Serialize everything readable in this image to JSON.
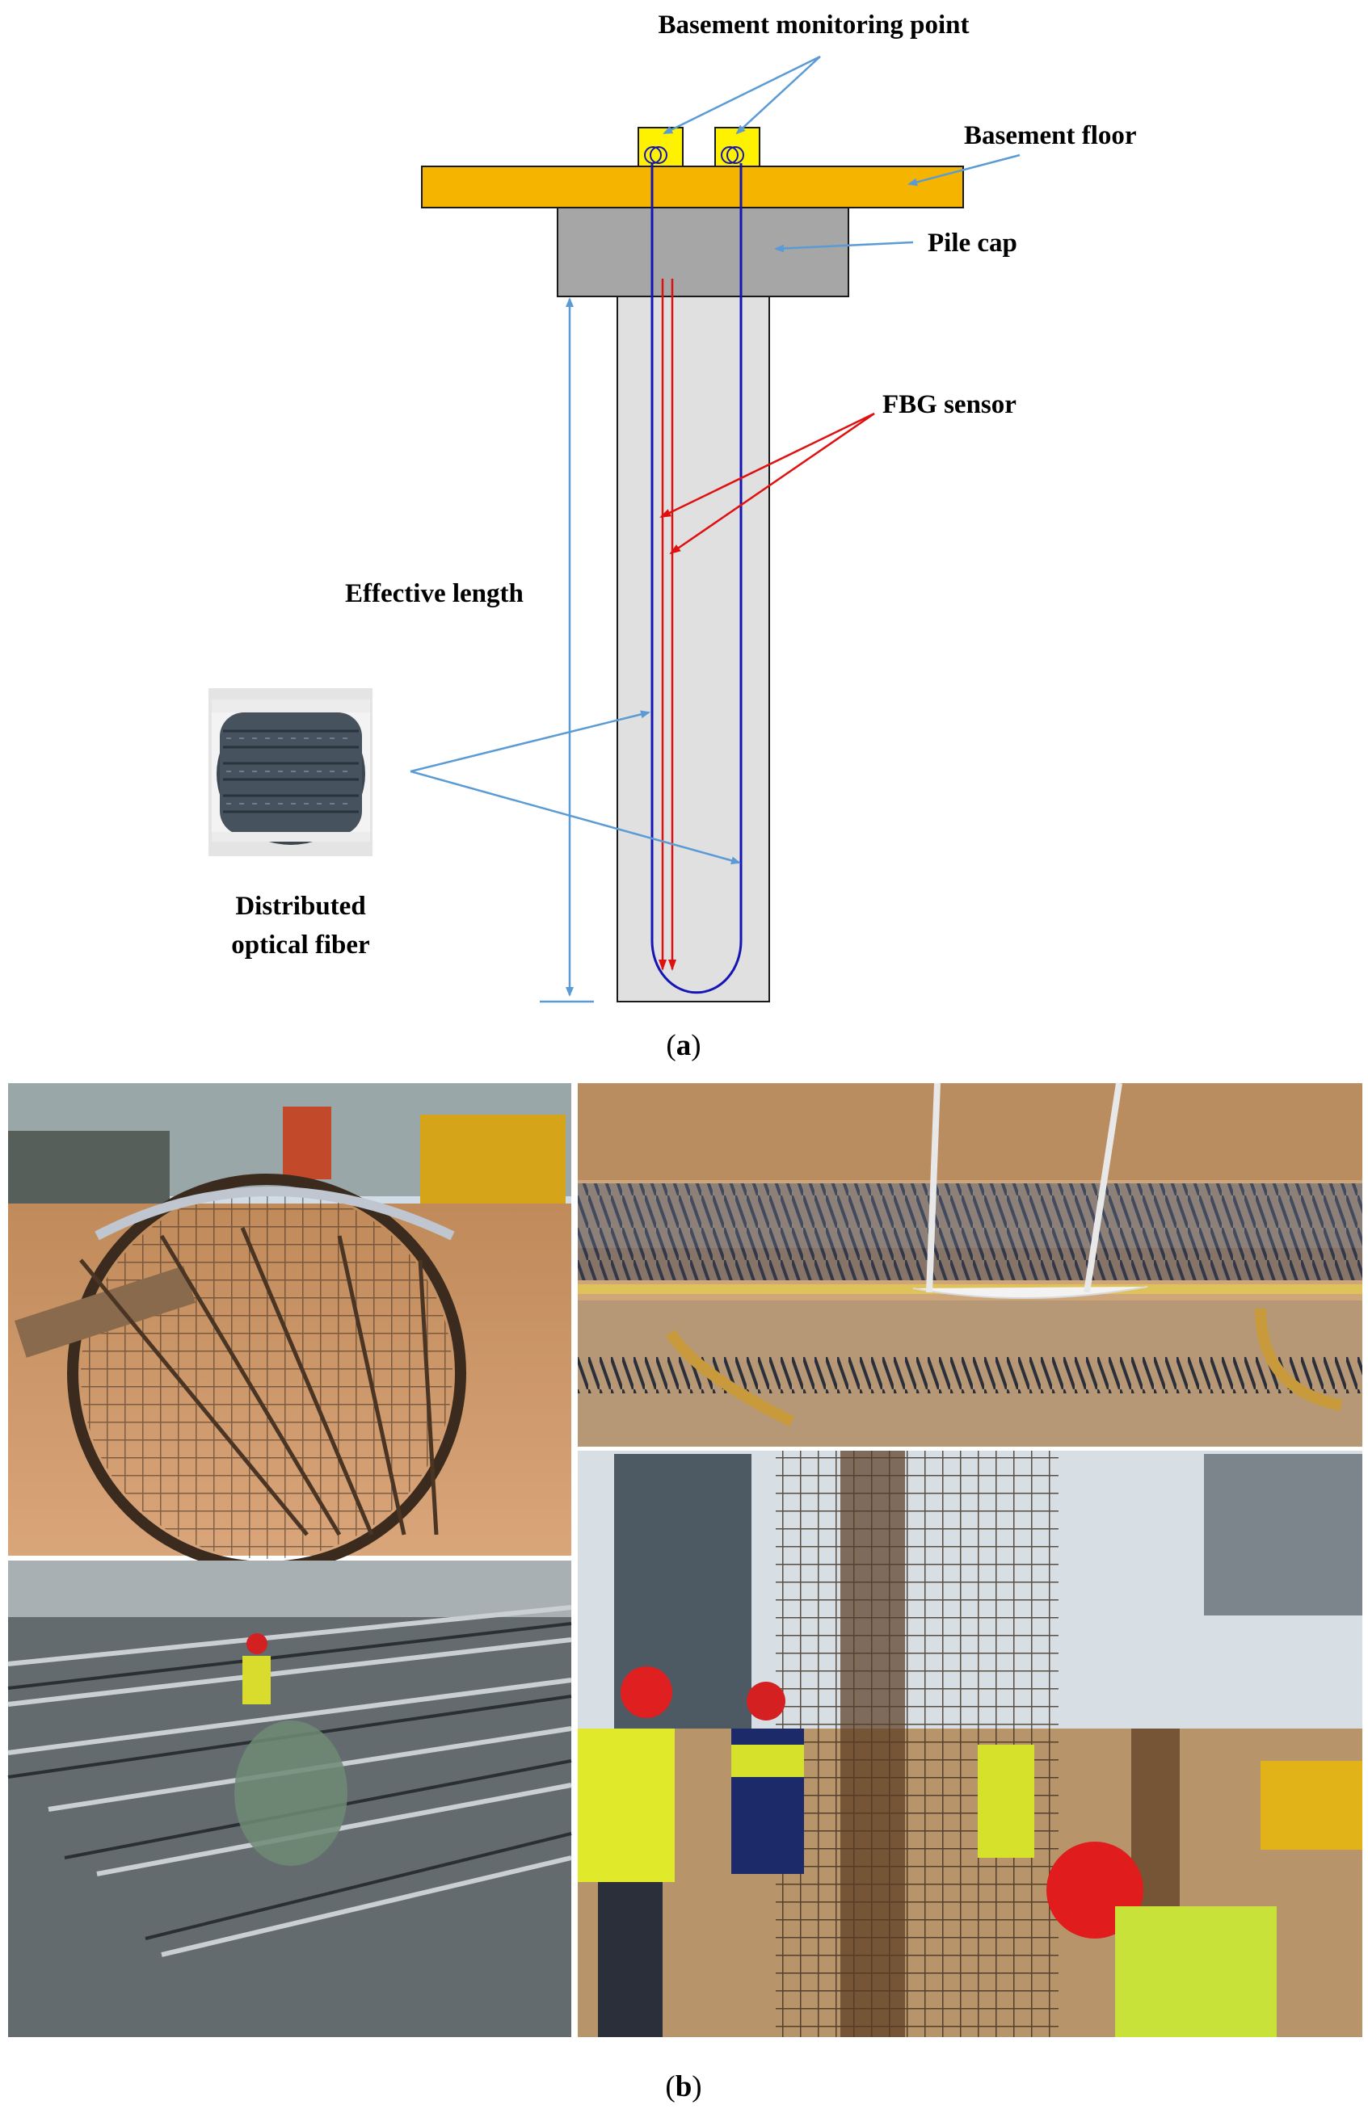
{
  "diagram": {
    "labels": {
      "monitoring_point": "Basement monitoring point",
      "basement_floor": "Basement floor",
      "pile_cap": "Pile cap",
      "fbg_sensor": "FBG sensor",
      "effective_length": "Effective length",
      "fiber_line1": "Distributed",
      "fiber_line2": "optical fiber"
    },
    "caption_a": "a",
    "caption_b": "b"
  },
  "colors": {
    "basement_floor": "#F5B400",
    "monitoring_box": "#FFF200",
    "pile_cap": "#A6A6A6",
    "pile": "#E0E0E0",
    "optical_fiber": "#1515B5",
    "fbg_sensor": "#E01010",
    "arrow": "#5B9BD5"
  }
}
